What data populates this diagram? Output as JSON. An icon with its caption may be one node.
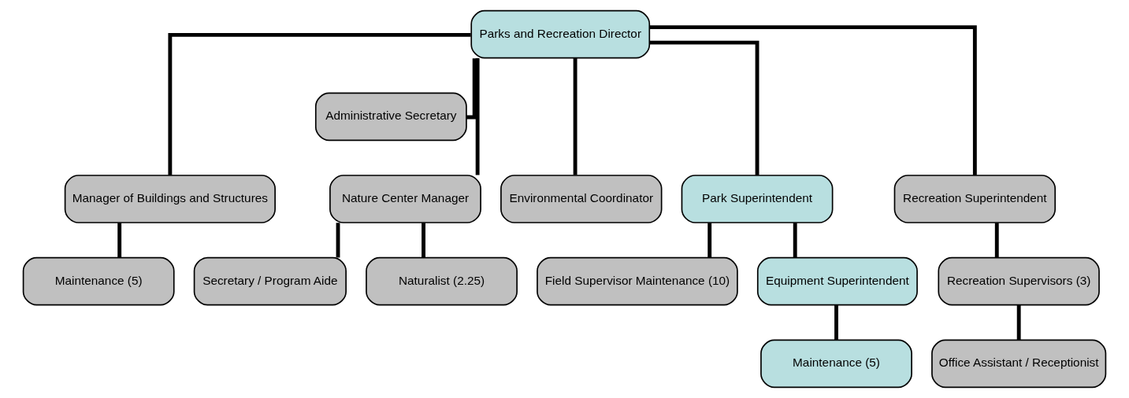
{
  "diagram": {
    "nodes": [
      {
        "text": [
          "Parks and Recreation Director"
        ]
      },
      {
        "text": [
          "Administrative Secretary"
        ]
      },
      {
        "text": [
          "Manager of Buildings and Structures"
        ]
      },
      {
        "text": [
          "Nature Center Manager"
        ]
      },
      {
        "text": [
          "Environmental Coordinator"
        ]
      },
      {
        "text": [
          "Park Superintendent"
        ]
      },
      {
        "text": [
          "Recreation Superintendent"
        ]
      },
      {
        "text": [
          "Maintenance (5)"
        ]
      },
      {
        "text": [
          "Secretary / Program Aide"
        ]
      },
      {
        "text": [
          "Naturalist (2.25)"
        ]
      },
      {
        "text": [
          "Field Supervisor Maintenance (10)"
        ]
      },
      {
        "text": [
          "Equipment Superintendent"
        ]
      },
      {
        "text": [
          "Maintenance (5)"
        ]
      },
      {
        "text": [
          "Recreation Supervisors (3)"
        ]
      },
      {
        "text": [
          "Office Assistant / Receptionist"
        ]
      }
    ],
    "edges": [
      {
        "from": 0,
        "to": 1,
        "arrow": "none"
      },
      {
        "from": 0,
        "to": 2,
        "arrow": "none"
      },
      {
        "from": 0,
        "to": 3,
        "arrow": "none"
      },
      {
        "from": 0,
        "to": 4,
        "arrow": "none"
      },
      {
        "from": 0,
        "to": 5,
        "arrow": "none"
      },
      {
        "from": 0,
        "to": 6,
        "arrow": "none"
      },
      {
        "from": 2,
        "to": 7,
        "arrow": "none"
      },
      {
        "from": 3,
        "to": 8,
        "arrow": "none"
      },
      {
        "from": 3,
        "to": 9,
        "arrow": "none"
      },
      {
        "from": 5,
        "to": 10,
        "arrow": "none"
      },
      {
        "from": 5,
        "to": 11,
        "arrow": "none"
      },
      {
        "from": 11,
        "to": 12,
        "arrow": "none"
      },
      {
        "from": 6,
        "to": 13,
        "arrow": "none"
      },
      {
        "from": 13,
        "to": 14,
        "arrow": "none"
      }
    ]
  }
}
